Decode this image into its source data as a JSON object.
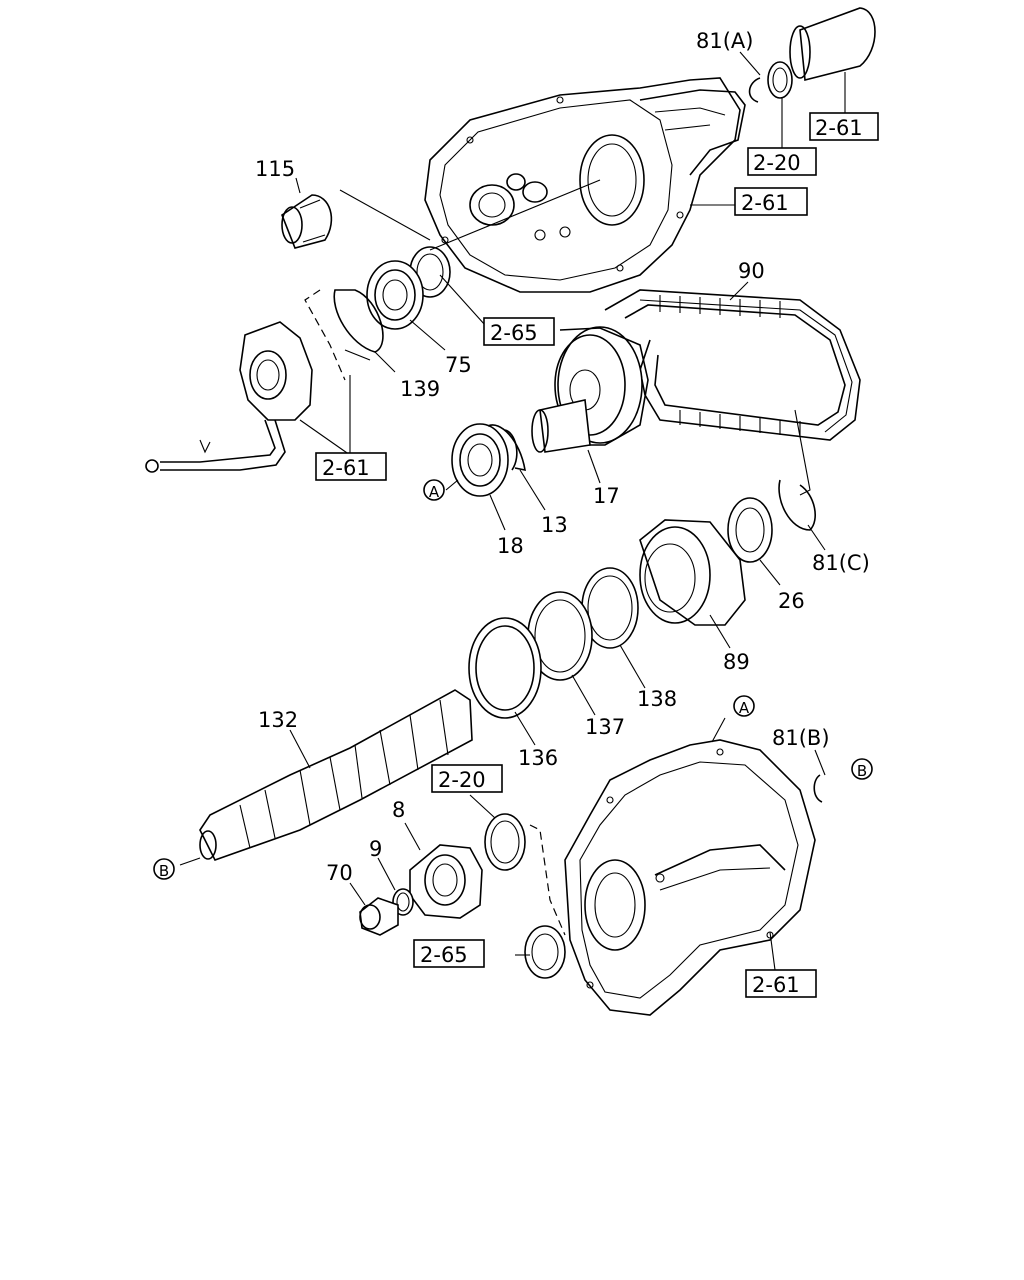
{
  "diagram": {
    "part_labels": {
      "p81a": "81(A)",
      "p115": "115",
      "p90": "90",
      "p75": "75",
      "p139": "139",
      "p17": "17",
      "p13": "13",
      "p18": "18",
      "p81c": "81(C)",
      "p26": "26",
      "p89": "89",
      "p138": "138",
      "p137": "137",
      "p136": "136",
      "p132": "132",
      "p81b": "81(B)",
      "p8": "8",
      "p9": "9",
      "p70": "70"
    },
    "reference_boxes": {
      "r1": "2-61",
      "r2": "2-20",
      "r3": "2-61",
      "r4": "2-65",
      "r5": "2-61",
      "r6": "2-20",
      "r7": "2-65",
      "r8": "2-61"
    },
    "callouts": {
      "a1": "A",
      "a2": "A",
      "b1": "B",
      "b2": "B"
    }
  }
}
